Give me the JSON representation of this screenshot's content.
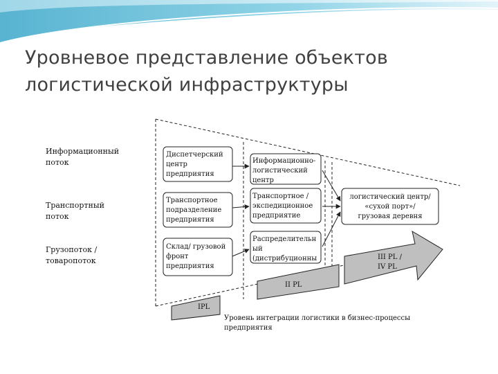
{
  "slide": {
    "title_line1": "Уровневое представление объектов",
    "title_line2": "логистической инфраструктуры"
  },
  "diagram": {
    "rows": [
      {
        "label": [
          "Информационный",
          "поток"
        ]
      },
      {
        "label": [
          "Транспортный",
          "поток"
        ]
      },
      {
        "label": [
          "Грузопоток /",
          "товаропоток"
        ]
      }
    ],
    "col1": [
      [
        "Диспетчерский",
        "центр",
        "предприятия"
      ],
      [
        "Транспортное",
        "подразделение",
        "предприятия"
      ],
      [
        "Склад/  грузовой",
        "фронт",
        "предприятия"
      ]
    ],
    "col2": [
      [
        "Информационно-",
        "логистический",
        "центр"
      ],
      [
        "Транспортное      /",
        "экспедиционное",
        "предприятие"
      ],
      [
        "Распределительн",
        "ый",
        "(дистрибуционны"
      ]
    ],
    "center": [
      "логистический центр/",
      "«сухой порт»/",
      "грузовая деревня"
    ],
    "levels": [
      "IPL",
      "II PL",
      "III PL /",
      "IV PL"
    ],
    "caption": [
      "Уровень   интеграции   логистики   в   бизнес-процессы",
      "предприятия"
    ]
  }
}
